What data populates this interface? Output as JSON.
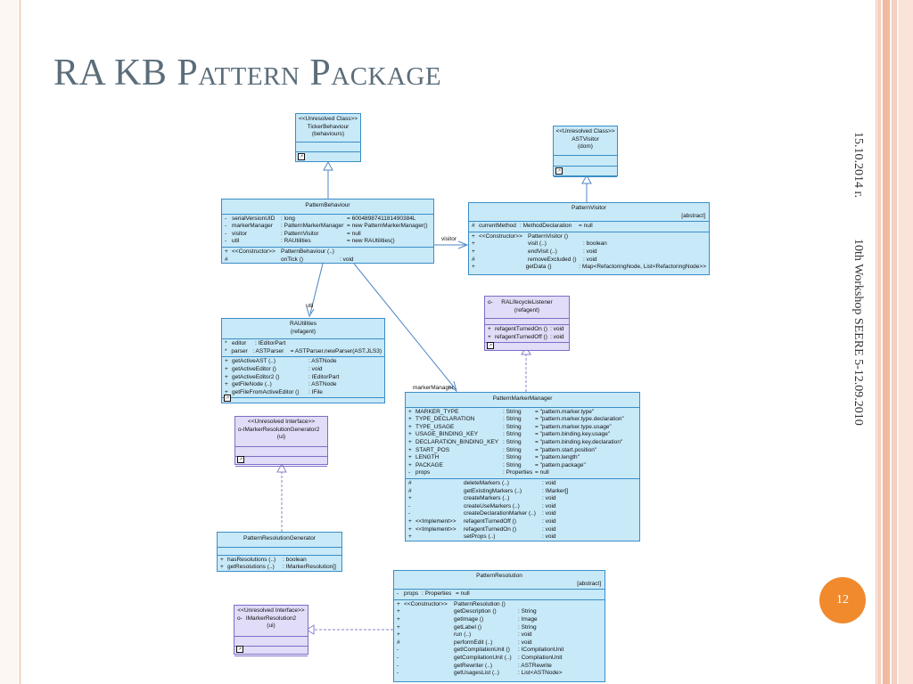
{
  "slide": {
    "title": "RA KB Pattern Package",
    "side_date": "15.10.2014 г.",
    "side_event": "10th Workshop SEERE 5-12.09.2010",
    "page_number": "12"
  },
  "colors": {
    "class_fill": "#c8e9f8",
    "class_border": "#3a8ec7",
    "interface_fill": "#e1dcf7",
    "badge": "#f08a2c",
    "title": "#5b6d7a"
  },
  "diagram": {
    "ticker": {
      "stereo": "<<Unresolved Class>>",
      "name": "TickerBehaviour",
      "pkg": "(behaviours)"
    },
    "astvisitor": {
      "stereo": "<<Unresolved Class>>",
      "name": "ASTVisitor",
      "pkg": "(dom)"
    },
    "patternbehaviour": {
      "name": "PatternBehaviour",
      "attrs": [
        [
          "-",
          "serialVersionUID",
          ": long",
          "= 6004898741181490384L"
        ],
        [
          "-",
          "markerManager",
          ": PatternMarkerManager",
          "= new PatternMarkerManager()"
        ],
        [
          "-",
          "visitor",
          ": PatternVisitor",
          "= null"
        ],
        [
          "-",
          "util",
          ": RAUtilities",
          "= new RAUtilities()"
        ]
      ],
      "ops": [
        [
          "+",
          "<<Constructor>>",
          "PatternBehaviour (..)",
          ""
        ],
        [
          "#",
          "",
          "onTick ()",
          ": void"
        ]
      ]
    },
    "patternvisitor": {
      "name": "PatternVisitor",
      "tag": "[abstract]",
      "attrs": [
        [
          "#",
          "currentMethod",
          ": MethodDeclaration",
          "= null"
        ]
      ],
      "ops": [
        [
          "+",
          "<<Constructor>>",
          "PatternVisitor ()",
          ""
        ],
        [
          "+",
          "",
          "visit (..)",
          ": boolean"
        ],
        [
          "+",
          "",
          "endVisit (..)",
          ": void"
        ],
        [
          "#",
          "",
          "removeExcluded ()",
          ": void"
        ],
        [
          "+",
          "",
          "getData ()",
          ": Map<RefactoringNode, List<RefactoringNode>>"
        ]
      ]
    },
    "rautilities": {
      "name": "RAUtilities",
      "pkg": "(refagent)",
      "attrs": [
        [
          "*",
          "editor",
          ": IEditorPart",
          ""
        ],
        [
          "*",
          "parser",
          ": ASTParser",
          "= ASTParser.newParser(AST.JLS3)"
        ]
      ],
      "ops": [
        [
          "+",
          "getActiveAST (..)",
          ": ASTNode"
        ],
        [
          "+",
          "getActiveEditor ()",
          ": void"
        ],
        [
          "+",
          "getActiveEditor2 ()",
          ": IEditorPart"
        ],
        [
          "+",
          "getFileNode (..)",
          ": ASTNode"
        ],
        [
          "+",
          "getFileFromActiveEditor ()",
          ": IFile"
        ]
      ]
    },
    "lifecycle": {
      "icon": "o-",
      "name": "RALifecycleListener",
      "pkg": "(refagent)",
      "ops": [
        [
          "+",
          "refagentTurnedOn ()",
          ": void"
        ],
        [
          "+",
          "refagentTurnedOff ()",
          ": void"
        ]
      ]
    },
    "imarkergen": {
      "stereo": "<<Unresolved Interface>>",
      "icon": "o-",
      "name": "IMarkerResolutionGenerator2",
      "pkg": "(ui)"
    },
    "patternmarkermanager": {
      "name": "PatternMarkerManager",
      "attrs": [
        [
          "+",
          "MARKER_TYPE",
          ": String",
          "= \"pattern.marker.type\""
        ],
        [
          "+",
          "TYPE_DECLARATION",
          ": String",
          "= \"pattern.marker.type.declaration\""
        ],
        [
          "+",
          "TYPE_USAGE",
          ": String",
          "= \"pattern.marker.type.usage\""
        ],
        [
          "+",
          "USAGE_BINDING_KEY",
          ": String",
          "= \"pattern.binding.key.usage\""
        ],
        [
          "+",
          "DECLARATION_BINDING_KEY",
          ": String",
          "= \"pattern.binding.key.declaration\""
        ],
        [
          "+",
          "START_POS",
          ": String",
          "= \"pattern.start.position\""
        ],
        [
          "+",
          "LENGTH",
          ": String",
          "= \"pattern.length\""
        ],
        [
          "+",
          "PACKAGE",
          ": String",
          "= \"pattern.package\""
        ],
        [
          "-",
          "props",
          ": Properties",
          "= null"
        ]
      ],
      "ops": [
        [
          "#",
          "",
          "deleteMarkers (..)",
          ": void"
        ],
        [
          "#",
          "",
          "getExistingMarkers (..)",
          ": IMarker[]"
        ],
        [
          "+",
          "",
          "createMarkers (..)",
          ": void"
        ],
        [
          "-",
          "",
          "createUseMarkers (..)",
          ": void"
        ],
        [
          "-",
          "",
          "createDeclarationMarker (..)",
          ": void"
        ],
        [
          "+",
          "<<Implement>>",
          "refagentTurnedOff ()",
          ": void"
        ],
        [
          "+",
          "<<Implement>>",
          "refagentTurnedOn ()",
          ": void"
        ],
        [
          "+",
          "",
          "setProps (..)",
          ": void"
        ]
      ]
    },
    "patternresolutiongenerator": {
      "name": "PatternResolutionGenerator",
      "ops": [
        [
          "+",
          "hasResolutions (..)",
          ": boolean"
        ],
        [
          "+",
          "getResolutions (..)",
          ": IMarkerResolution[]"
        ]
      ]
    },
    "patternresolution": {
      "name": "PatternResolution",
      "tag": "[abstract]",
      "attrs": [
        [
          "-",
          "props",
          ": Properties",
          "= null"
        ]
      ],
      "ops": [
        [
          "+",
          "<<Constructor>>",
          "PatternResolution ()",
          ""
        ],
        [
          "+",
          "",
          "getDescription ()",
          ": String"
        ],
        [
          "+",
          "",
          "getImage ()",
          ": Image"
        ],
        [
          "+",
          "",
          "getLabel ()",
          ": String"
        ],
        [
          "+",
          "",
          "run (..)",
          ": void"
        ],
        [
          "#",
          "",
          "performEdit (..)",
          ": void"
        ],
        [
          "-",
          "",
          "getICompilationUnit ()",
          ": ICompilationUnit"
        ],
        [
          "-",
          "",
          "getCompilationUnit (..)",
          ": CompilationUnit"
        ],
        [
          "-",
          "",
          "getRewriter (..)",
          ": ASTRewrite"
        ],
        [
          "-",
          "",
          "getUsagesList (..)",
          ": List<ASTNode>"
        ]
      ]
    },
    "imarkerres": {
      "stereo": "<<Unresolved Interface>>",
      "icon": "o-",
      "name": "IMarkerResolution2",
      "pkg": "(ui)"
    },
    "edge_labels": {
      "visitor": "visitor",
      "util": "util",
      "markerManager": "markerManager"
    }
  }
}
